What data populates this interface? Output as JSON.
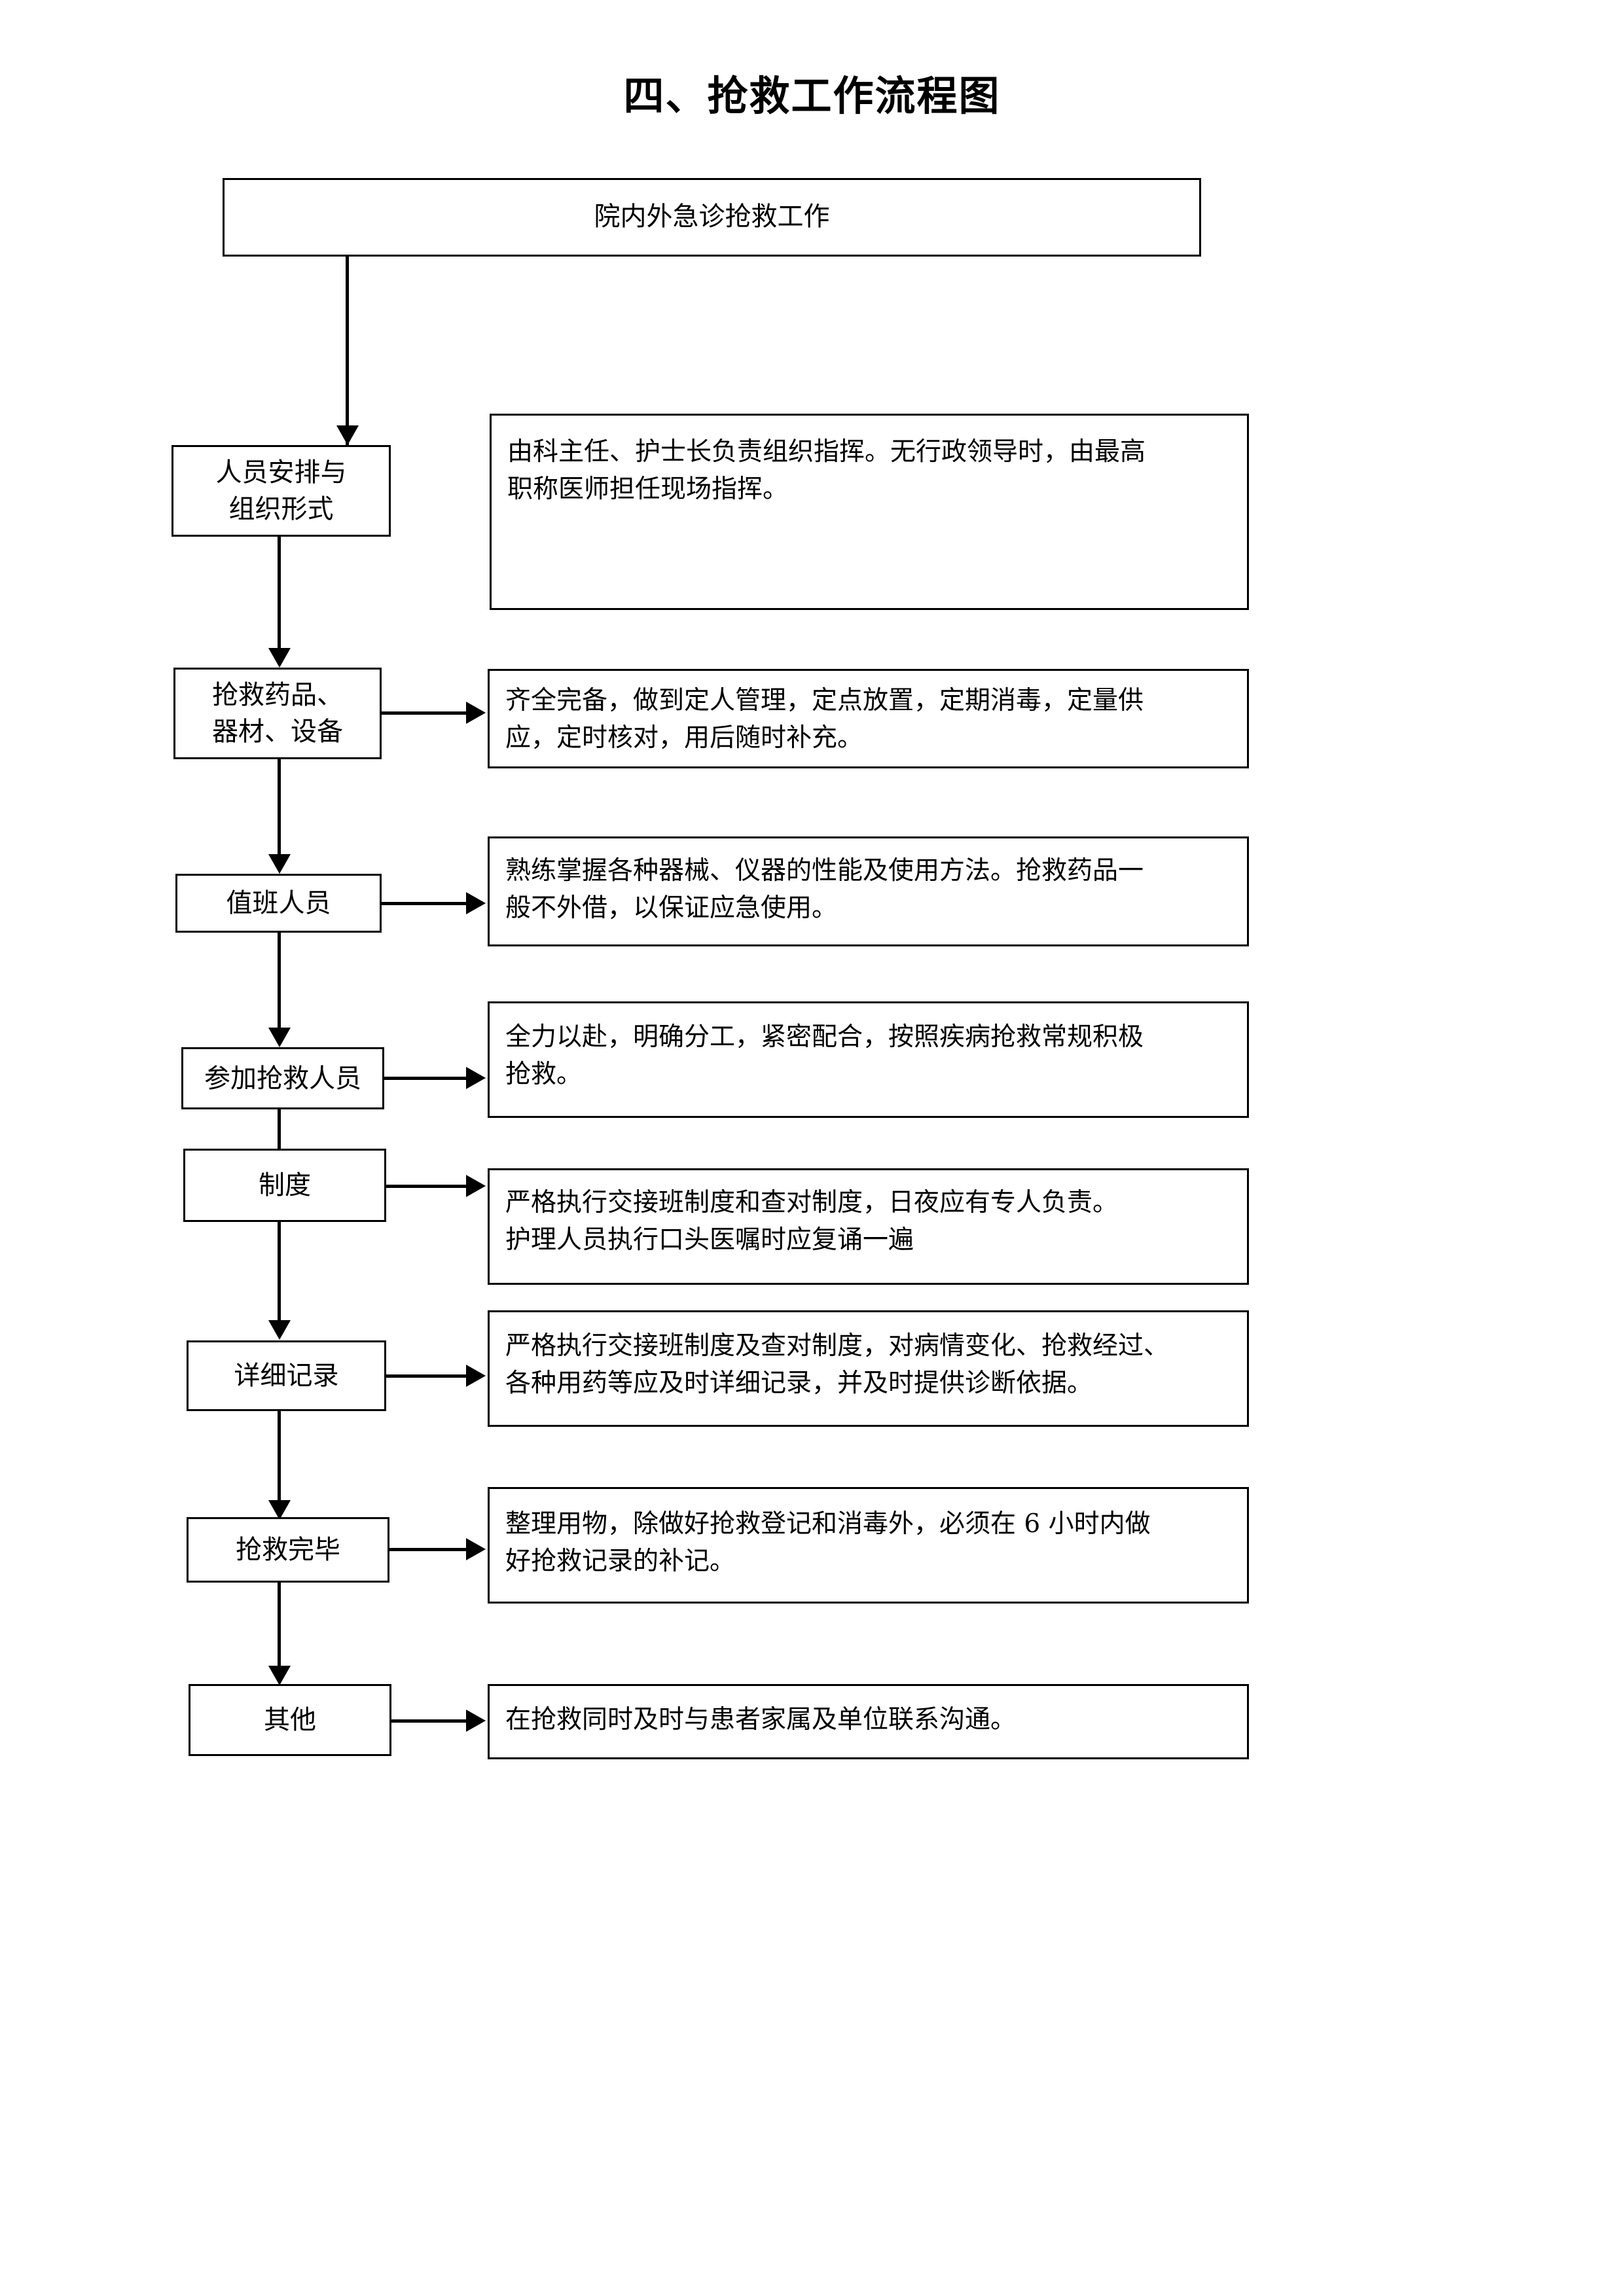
{
  "document": {
    "title": "四、抢救工作流程图",
    "header_box": {
      "label": "院内外急诊抢救工作"
    },
    "rows": [
      {
        "stage_lines": [
          "人员安排与",
          "组织形式"
        ],
        "desc_lines": [
          "由科主任、护士长负责组织指挥。无行政领导时，由最高",
          "职称医师担任现场指挥。"
        ]
      },
      {
        "stage_lines": [
          "抢救药品、",
          "器材、设备"
        ],
        "desc_lines": [
          "齐全完备，做到定人管理，定点放置，定期消毒，定量供",
          "应，定时核对，用后随时补充。"
        ]
      },
      {
        "stage_lines": [
          "值班人员"
        ],
        "desc_lines": [
          "熟练掌握各种器械、仪器的性能及使用方法。抢救药品一",
          "般不外借，以保证应急使用。"
        ]
      },
      {
        "stage_lines": [
          "参加抢救人员"
        ],
        "desc_lines": [
          "全力以赴，明确分工，紧密配合，按照疾病抢救常规积极",
          "抢救。"
        ]
      },
      {
        "stage_lines": [
          "制度"
        ],
        "desc_lines": [
          "严格执行交接班制度和查对制度，日夜应有专人负责。",
          "护理人员执行口头医嘱时应复诵一遍"
        ]
      },
      {
        "stage_lines": [
          "详细记录"
        ],
        "desc_lines": [
          "严格执行交接班制度及查对制度，对病情变化、抢救经过、",
          "各种用药等应及时详细记录，并及时提供诊断依据。"
        ]
      },
      {
        "stage_lines": [
          "抢救完毕"
        ],
        "desc_lines": [
          "整理用物，除做好抢救登记和消毒外，必须在 6 小时内做",
          "好抢救记录的补记。"
        ]
      },
      {
        "stage_lines": [
          "其他"
        ],
        "desc_lines": [
          "在抢救同时及时与患者家属及单位联系沟通。"
        ]
      }
    ],
    "colors": {
      "ink": "#000000",
      "paper": "#ffffff"
    }
  }
}
